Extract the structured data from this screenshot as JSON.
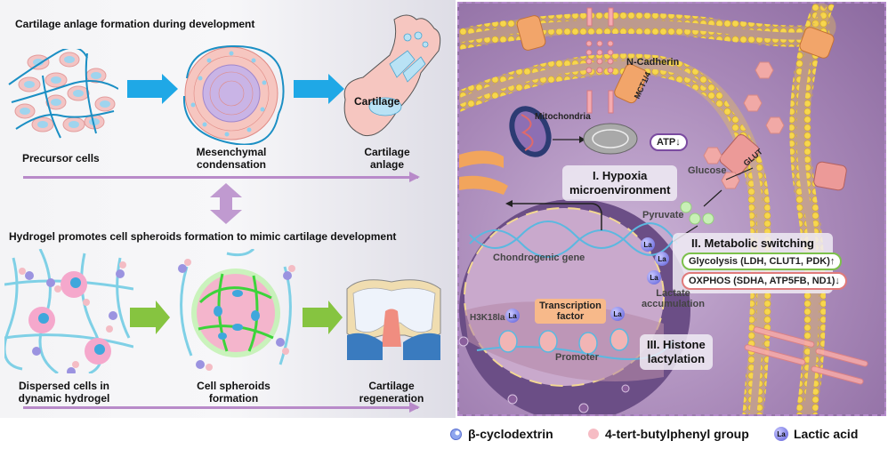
{
  "left_panel": {
    "top_section": {
      "title": "Cartilage anlage formation during development",
      "stages": [
        {
          "label": "Precursor cells"
        },
        {
          "label_line1": "Mesenchymal",
          "label_line2": "condensation"
        },
        {
          "label_line1": "Cartilage",
          "label_line2": "anlage",
          "inner_label": "Cartilage"
        }
      ],
      "arrow_color": "#1fa8e6"
    },
    "bottom_section": {
      "title": "Hydrogel promotes cell spheroids formation to mimic cartilage development",
      "stages": [
        {
          "label_line1": "Dispersed cells in",
          "label_line2": "dynamic hydrogel"
        },
        {
          "label_line1": "Cell spheroids",
          "label_line2": "formation"
        },
        {
          "label_line1": "Cartilage",
          "label_line2": "regeneration"
        }
      ],
      "arrow_color": "#86c440"
    },
    "timeline_color": "#b88ac9"
  },
  "right_panel": {
    "labels": {
      "n_cadherin": "N-Cadherin",
      "mct": "MCT1/4",
      "glut": "GLUT",
      "mitochondria": "Mitochondria",
      "atp": "ATP",
      "atp_trend": "↓",
      "glucose": "Glucose",
      "pyruvate": "Pyruvate",
      "lactate_line1": "Lactate",
      "lactate_line2": "accumulation",
      "chondrogenic_gene": "Chondrogenic gene",
      "transcription_line1": "Transcription",
      "transcription_line2": "factor",
      "h3k18la": "H3K18la",
      "promoter": "Promoter",
      "la": "La"
    },
    "sections": {
      "hypoxia_line1": "I. Hypoxia",
      "hypoxia_line2": "microenvironment",
      "metabolic_title": "II. Metabolic switching",
      "glycolysis": "Glycolysis (LDH, CLUT1, PDK)",
      "glycolysis_trend": "↑",
      "glycolysis_color": "#7cc04b",
      "oxphos": "OXPHOS (SDHA, ATP5FB, ND1)",
      "oxphos_trend": "↓",
      "oxphos_color": "#e07a7a",
      "histone_line1": "III. Histone",
      "histone_line2": "lactylation"
    },
    "border_color": "#b58ccc"
  },
  "legend": [
    {
      "icon": "beta-cyclodextrin-icon",
      "label": "β-cyclodextrin"
    },
    {
      "icon": "tert-butylphenyl-icon",
      "label": "4-tert-butylphenyl group"
    },
    {
      "icon": "lactic-acid-icon",
      "icon_text": "La",
      "label": "Lactic acid"
    }
  ]
}
